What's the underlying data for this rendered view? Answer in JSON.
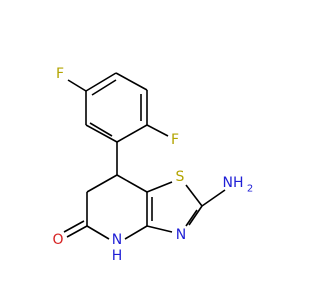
{
  "molecule": {
    "atoms": {
      "F1": {
        "symbol": "F",
        "color": "#b3a400"
      },
      "F2": {
        "symbol": "F",
        "color": "#b3a400"
      },
      "S": {
        "symbol": "S",
        "color": "#b3a400"
      },
      "NH2": {
        "symbol": "NH",
        "subscript": "2",
        "color": "#1f1fd6"
      },
      "N_ring": {
        "symbol": "N",
        "color": "#1f1fd6"
      },
      "NH": {
        "symbol": "N",
        "color": "#1f1fd6",
        "h_label": "H"
      },
      "O": {
        "symbol": "O",
        "color": "#d62020"
      }
    }
  }
}
